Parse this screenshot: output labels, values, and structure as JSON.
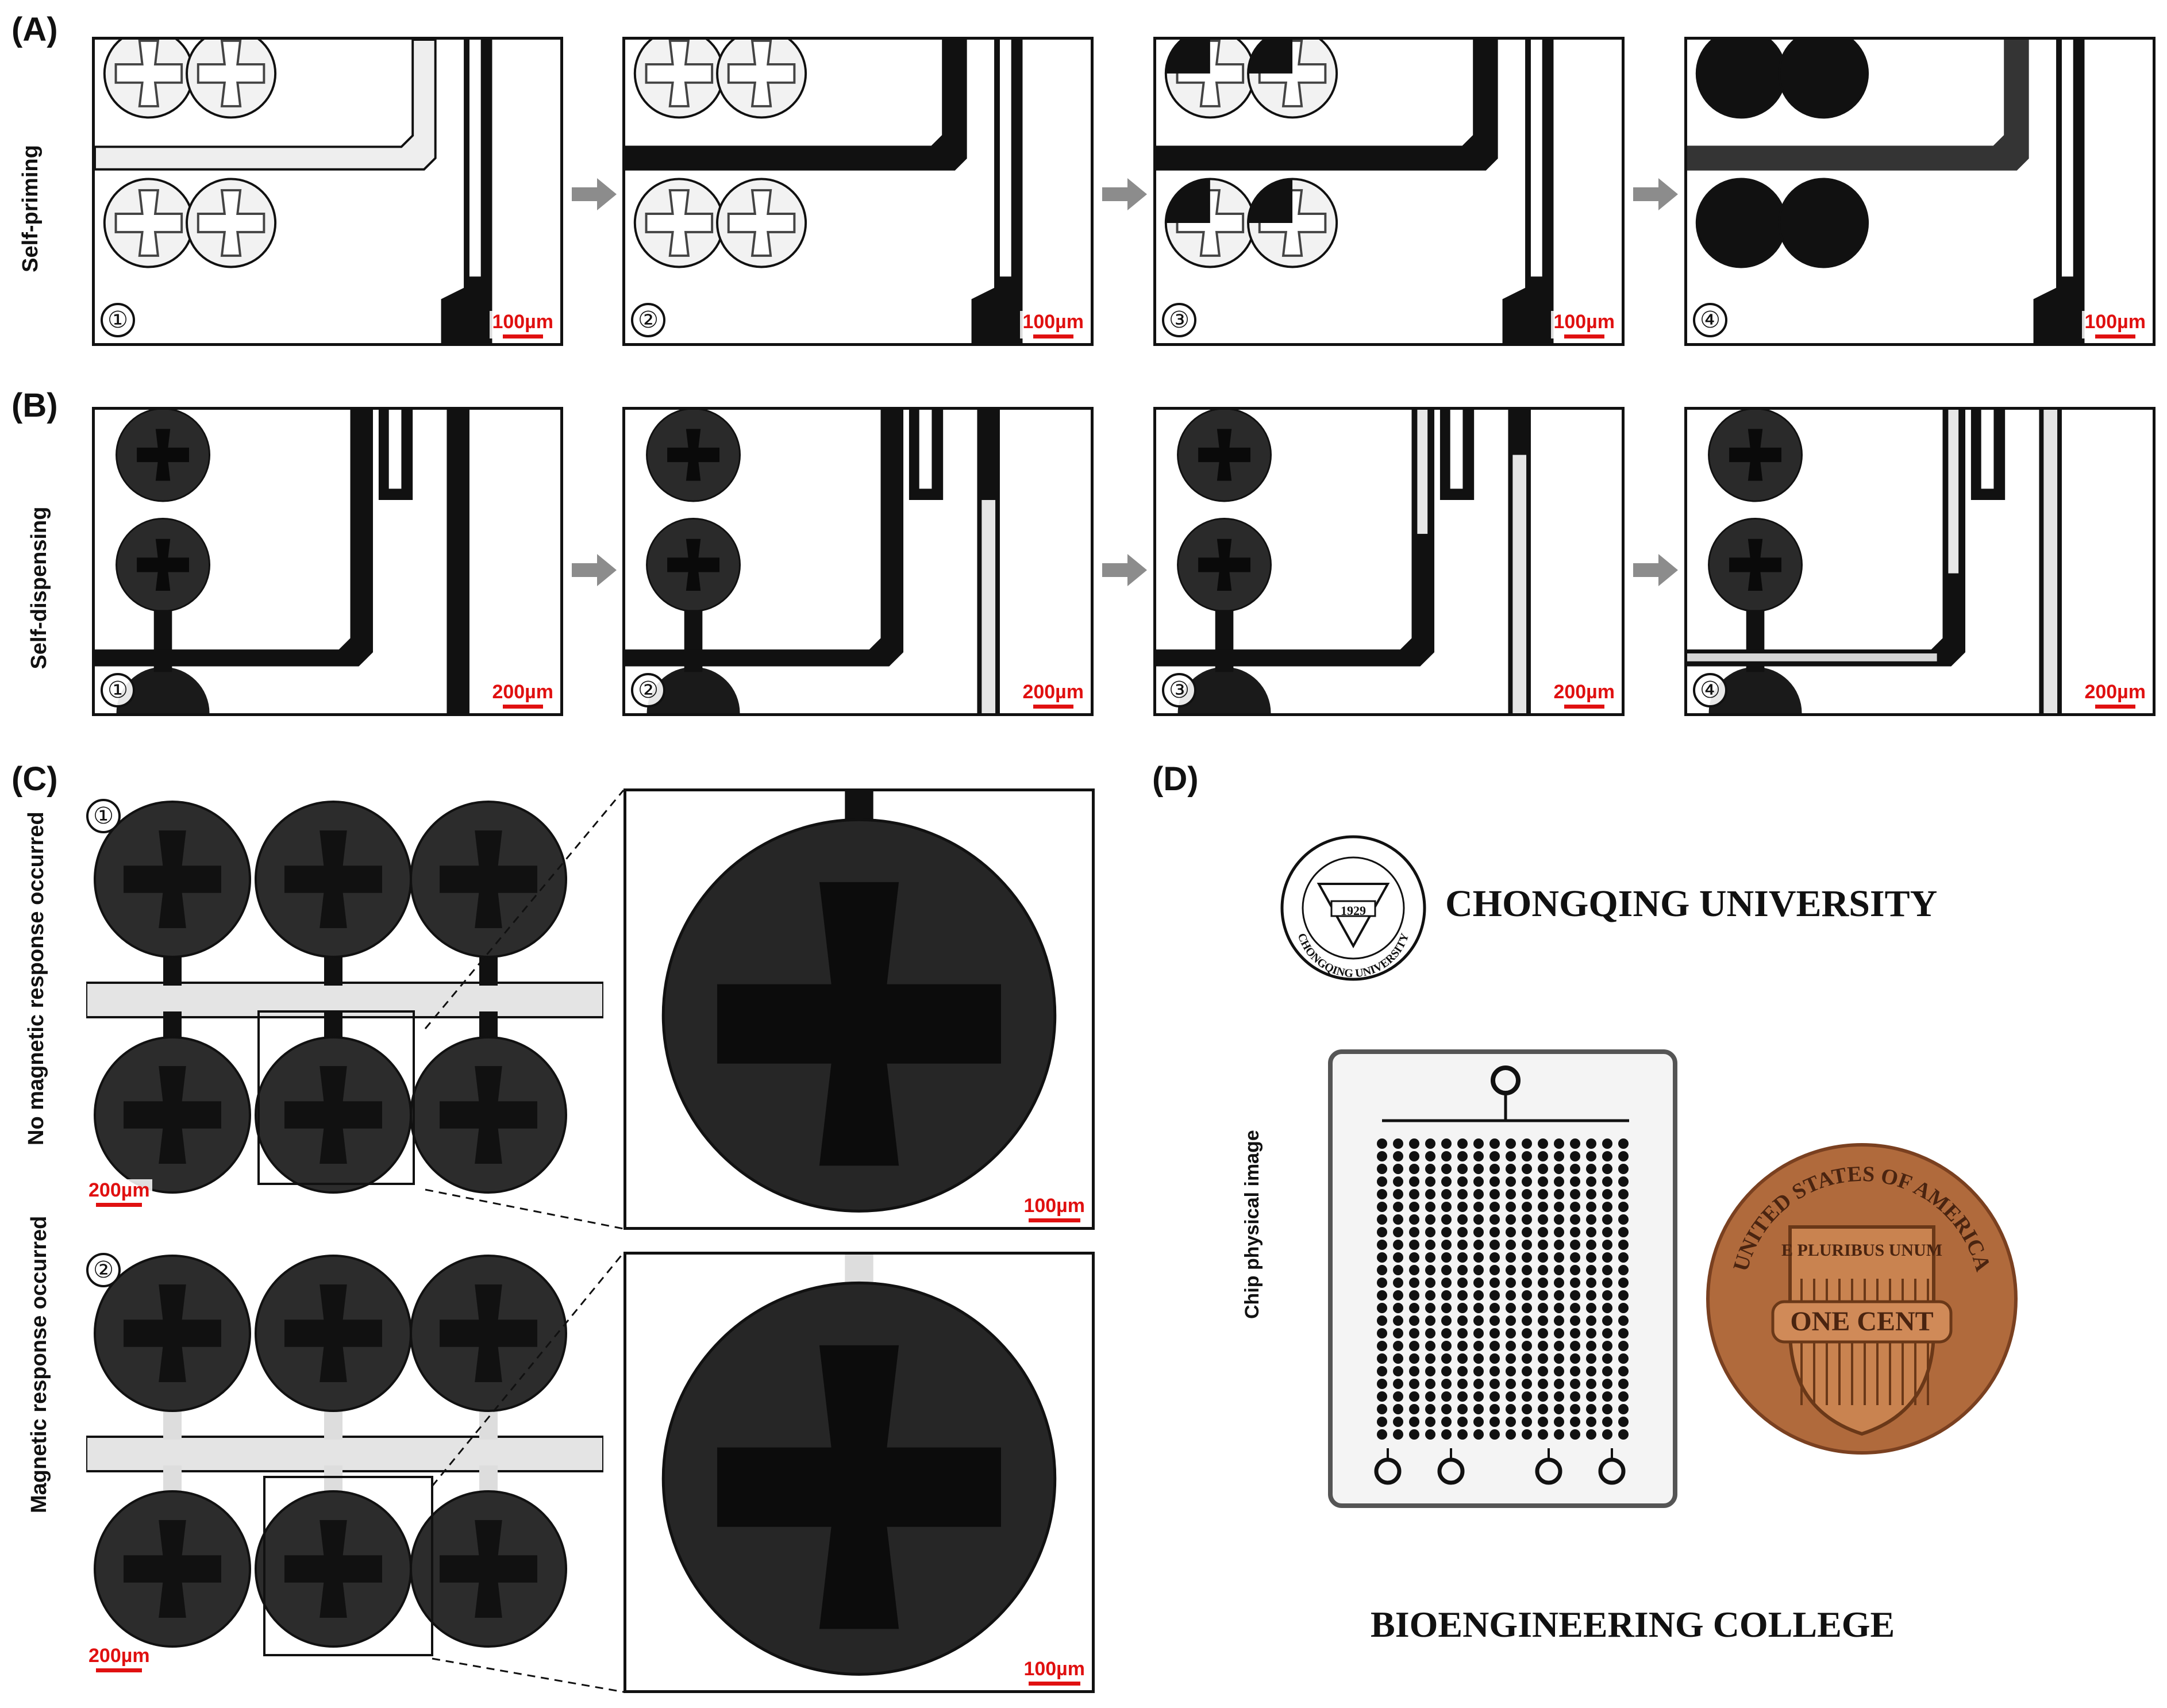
{
  "panels": {
    "a": {
      "label": "(A)",
      "row_title": "Self-priming",
      "scale": "100µm"
    },
    "b": {
      "label": "(B)",
      "row_title": "Self-dispensing",
      "scale": "200µm"
    },
    "c": {
      "label": "(C)",
      "top_title": "No magnetic response occurred",
      "bottom_title": "Magnetic response occurred",
      "scale_overview": "200µm",
      "scale_zoom": "100µm"
    },
    "d": {
      "label": "(D)",
      "university": "CHONGQING UNIVERSITY",
      "college": "BIOENGINEERING COLLEGE",
      "chip_title": "Chip physical image",
      "seal_year": "1929",
      "seal_ring_text": "CHONGQING UNIVERSITY",
      "coin_top_text": "UNITED STATES OF AMERICA",
      "coin_shield_text": "E PLURIBUS UNUM",
      "coin_banner_text": "ONE CENT"
    }
  },
  "steps": [
    "①",
    "②",
    "③",
    "④"
  ],
  "colors": {
    "scale_bar": "#e01010",
    "ink": "#111111",
    "arrow": "#8c8c8c",
    "copper": "#b06a3c"
  }
}
